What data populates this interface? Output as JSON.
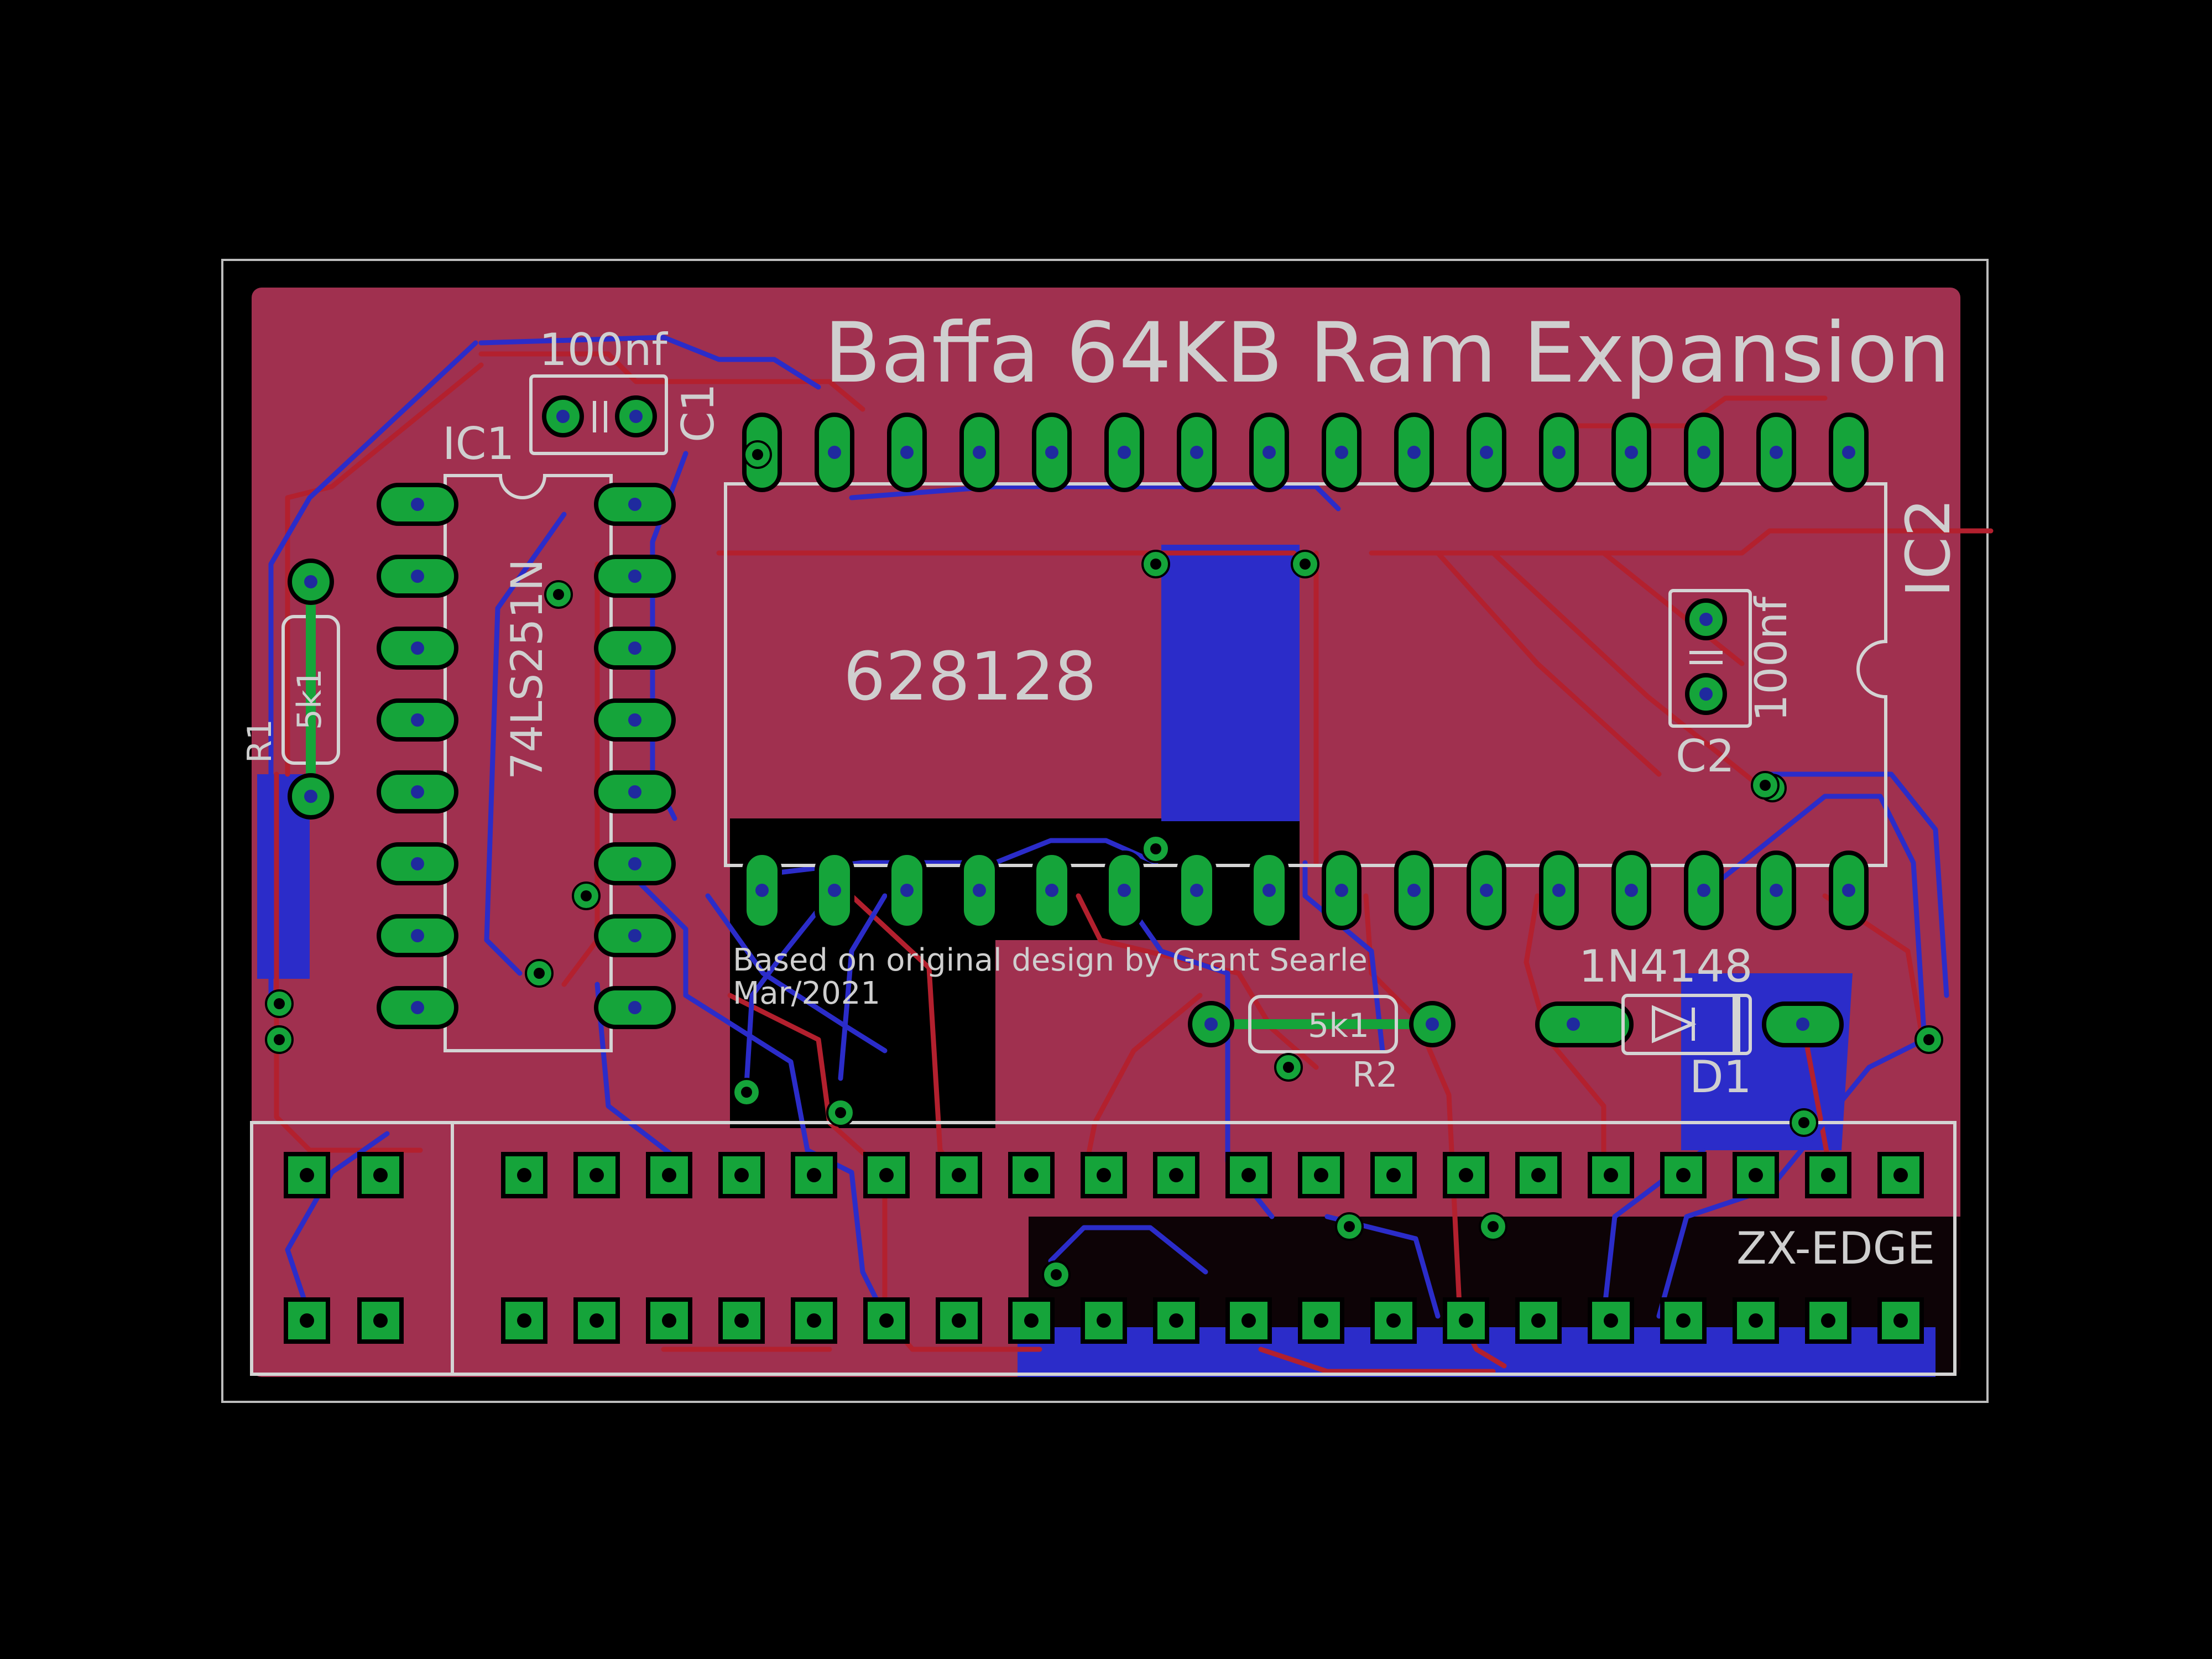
{
  "board": {
    "title": "Baffa 64KB Ram Expansion",
    "credit_line1": "Based on original design by Grant Searle",
    "credit_line2": "Mar/2021"
  },
  "components": {
    "c1": {
      "ref": "C1",
      "value": "100nf"
    },
    "c2": {
      "ref": "C2",
      "value": "100nf"
    },
    "ic1": {
      "ref": "IC1",
      "part": "74LS251N"
    },
    "ic2": {
      "ref": "IC2",
      "part": "628128"
    },
    "r1": {
      "ref": "R1",
      "value": "5k1"
    },
    "r2": {
      "ref": "R2",
      "value": "5k1"
    },
    "d1": {
      "ref": "D1",
      "part": "1N4148"
    },
    "edge": {
      "label": "ZX-EDGE"
    }
  },
  "colors": {
    "background": "#000000",
    "top_copper": "#a0304f",
    "top_trace": "#b3202e",
    "bottom_copper": "#2b2cc9",
    "pad": "#15a43a",
    "silkscreen": "#cfcfcf"
  }
}
